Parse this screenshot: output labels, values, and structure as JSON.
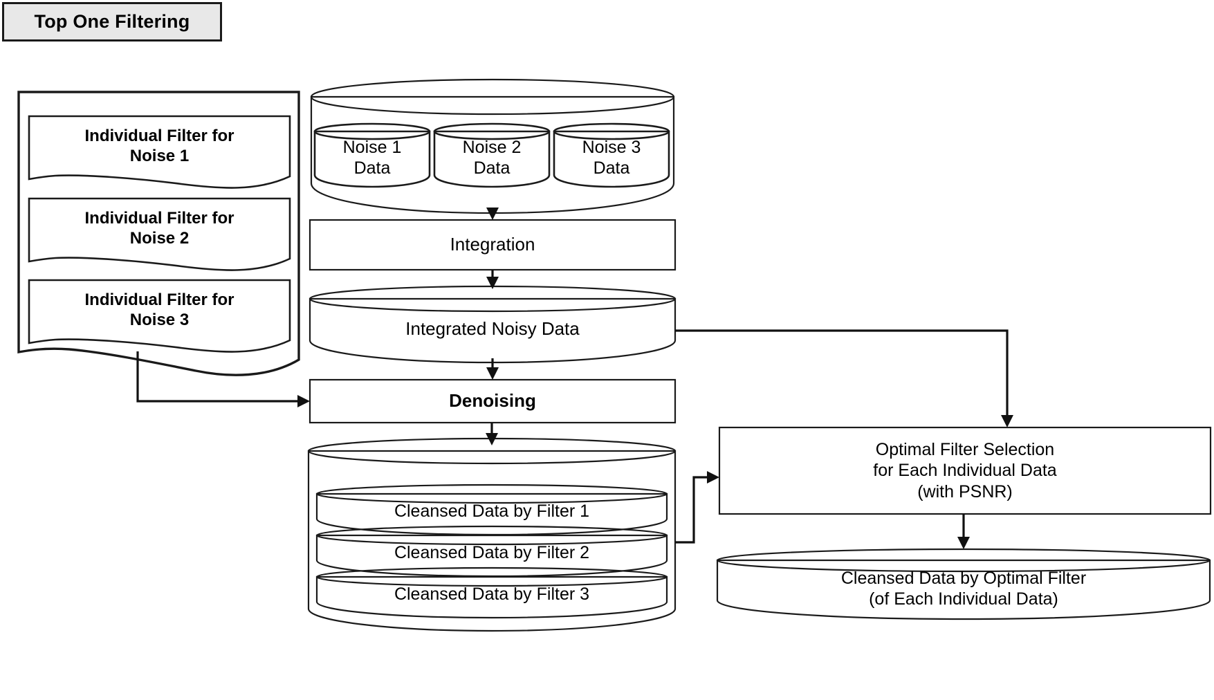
{
  "title": {
    "label": "Top One Filtering"
  },
  "filter_panel": {
    "name": "individual-filters-panel",
    "filters": [
      {
        "label": "Individual Filter for\nNoise 1",
        "color": "#8FAADC"
      },
      {
        "label": "Individual Filter for\nNoise 2",
        "color": "#F4B183"
      },
      {
        "label": "Individual Filter for\nNoise 3",
        "color": "#A9D18E"
      }
    ]
  },
  "noise_store": {
    "items": [
      {
        "label": "Noise 1\nData",
        "color": "#DCE4F2"
      },
      {
        "label": "Noise 2\nData",
        "color": "#FBE3D5"
      },
      {
        "label": "Noise 3\nData",
        "color": "#E2EFD9"
      }
    ]
  },
  "process": {
    "integration": "Integration",
    "integrated_noisy_data": "Integrated Noisy Data",
    "denoising": "Denoising",
    "denoising_fill": "#D9D9D9"
  },
  "cleansed_stack": {
    "items": [
      "Cleansed Data by Filter 1",
      "Cleansed Data by Filter 2",
      "Cleansed Data by Filter 3"
    ]
  },
  "optimal": {
    "selection_box": "Optimal Filter Selection\nfor Each Individual Data\n(with PSNR)",
    "result_cylinder": "Cleansed Data by Optimal Filter\n(of Each Individual Data)"
  },
  "colors": {
    "stroke": "#1a1a1a",
    "panel_fill": "#ffffff",
    "page_background": "#ffffff",
    "title_fill": "#e8e8e8"
  }
}
